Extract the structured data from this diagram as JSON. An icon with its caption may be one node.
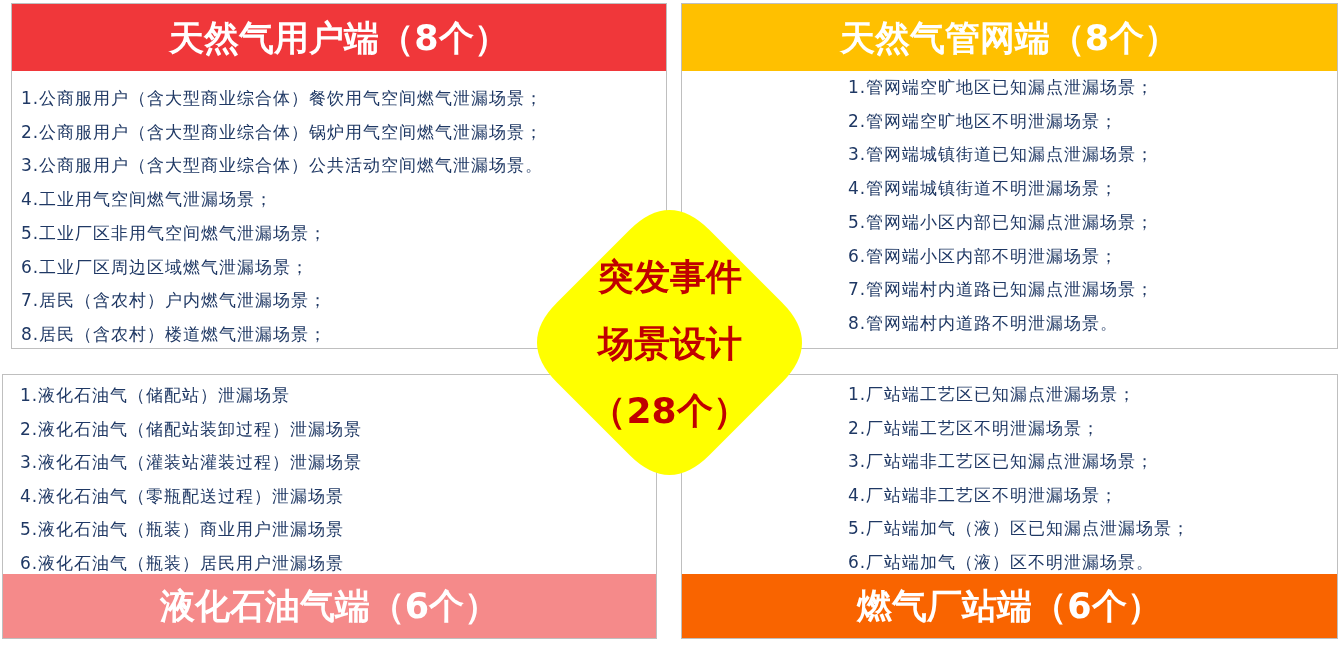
{
  "diagram": {
    "nodes": [
      {
        "text": [
          "天然气用户端（8个）",
          "1.公商服用户（含大型商业综合体）餐饮用气空间燃气泄漏场景；",
          "2.公商服用户（含大型商业综合体）锅炉用气空间燃气泄漏场景；",
          "3.公商服用户（含大型商业综合体）公共活动空间燃气泄漏场景。",
          "4.工业用气空间燃气泄漏场景；",
          "5.工业厂区非用气空间燃气泄漏场景；",
          "6.工业厂区周边区域燃气泄漏场景；",
          "7.居民（含农村）户内燃气泄漏场景；",
          "8.居民（含农村）楼道燃气泄漏场景；"
        ]
      },
      {
        "text": [
          "天然气管网端（8个）",
          "1.管网端空旷地区已知漏点泄漏场景；",
          "2.管网端空旷地区不明泄漏场景；",
          "3.管网端城镇街道已知漏点泄漏场景；",
          "4.管网端城镇街道不明泄漏场景；",
          "5.管网端小区内部已知漏点泄漏场景；",
          "6.管网端小区内部不明泄漏场景；",
          "7.管网端村内道路已知漏点泄漏场景；",
          "8.管网端村内道路不明泄漏场景。"
        ]
      },
      {
        "text": [
          "突发事件场景设计（28个）"
        ]
      },
      {
        "text": [
          "1.液化石油气（储配站）泄漏场景",
          "2.液化石油气（储配站装卸过程）泄漏场景",
          "3.液化石油气（灌装站灌装过程）泄漏场景",
          "4.液化石油气（零瓶配送过程）泄漏场景",
          "5.液化石油气（瓶装）商业用户泄漏场景",
          "6.液化石油气（瓶装）居民用户泄漏场景",
          "液化石油气端（6个）"
        ]
      },
      {
        "text": [
          "1.厂站端工艺区已知漏点泄漏场景；",
          "2.厂站端工艺区不明泄漏场景；",
          "3.厂站端非工艺区已知漏点泄漏场景；",
          "4.厂站端非工艺区不明泄漏场景；",
          "5.厂站端加气（液）区已知漏点泄漏场景；",
          "6.厂站端加气（液）区不明泄漏场景。",
          "燃气厂站端（6个）"
        ]
      }
    ]
  }
}
